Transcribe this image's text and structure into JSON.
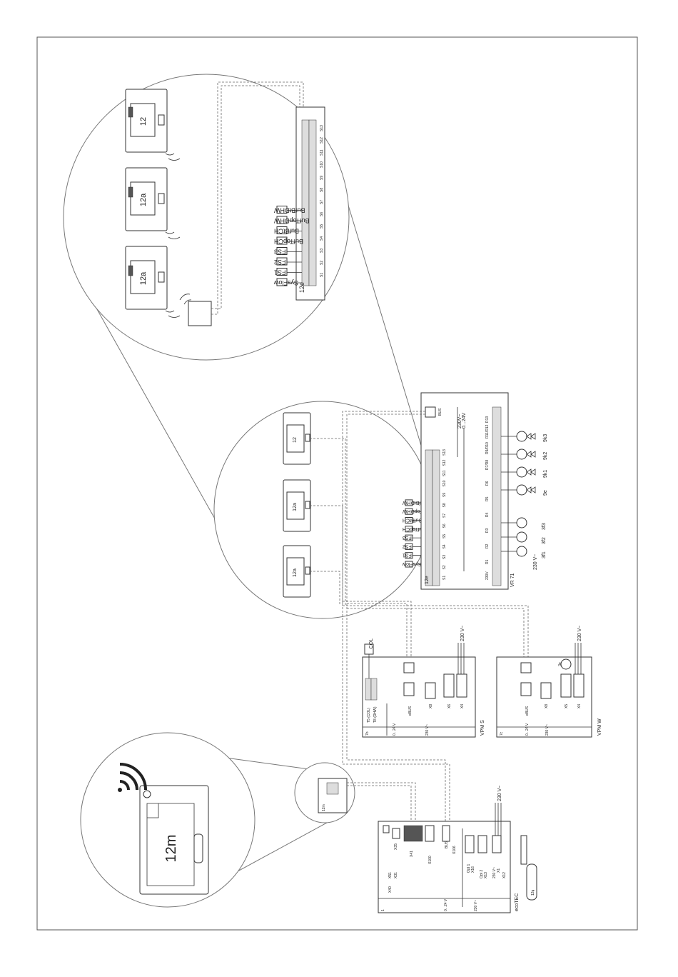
{
  "remotes": {
    "r1": "12",
    "r2": "12a",
    "r3": "12a"
  },
  "vr71": {
    "name": "VR 71",
    "module_tag": "12e",
    "low_voltage": "0...24V",
    "mains": "230V~",
    "sensors": [
      "SysFlow",
      "FS1",
      "FS2",
      "FS3",
      "BufTopCH",
      "BufBtCH",
      "BufTopDHW",
      "BufBtDHW"
    ],
    "sensor_terminals": [
      "S1",
      "S2",
      "S3",
      "S4",
      "S5",
      "S6",
      "S7",
      "S8",
      "S9",
      "S10",
      "S11",
      "S12",
      "S13"
    ],
    "bus_label": "BUS",
    "supply": "230 V~",
    "relay_terminals": [
      "230V",
      "R1",
      "R2",
      "R3",
      "R4",
      "R5",
      "R6",
      "R7/R8",
      "R9/R10",
      "R11/R12",
      "R13"
    ],
    "pumps": [
      "3f1",
      "3f2",
      "3f3"
    ],
    "pump_codes": [
      "3f1",
      "3f2",
      "3f3"
    ],
    "valves": [
      "9e",
      "9k1",
      "9k2",
      "9k3"
    ]
  },
  "vpm_s": {
    "name": "VPM S",
    "tag": "7b",
    "col": "COL",
    "t5": "T5 (COL)",
    "t8": "T8 (DHW)",
    "ebus": "eBUS",
    "x8": "X8",
    "x6": "X6",
    "x4": "X4",
    "low": "0...24 V",
    "mains": "230 V~",
    "supply": "230 V~"
  },
  "vpm_w": {
    "name": "VPM W",
    "tag": "7c",
    "pump": "3e",
    "ebus": "eBUS",
    "x8": "X8",
    "x5": "X5",
    "x4": "X4",
    "low": "0...24 V",
    "mains": "230 V~",
    "supply": "230 V~"
  },
  "gateway": {
    "label": "12m",
    "small": "12m"
  },
  "boiler": {
    "name": "ecoTEC",
    "tag": "1",
    "sensor": "12q",
    "x41": "X41",
    "x100": "X100",
    "x106": "X106",
    "x40": "X40",
    "x51": "X51",
    "x35": "X35",
    "x31": "X31",
    "opt1": "Opt 1",
    "x16": "X16",
    "opt2": "Opt 2",
    "x13": "X13",
    "x1": "X1",
    "x12": "X12",
    "v230": "230 V~",
    "low": "0...24 V",
    "mains": "230 V~",
    "bus": "BUS",
    "supply": "230 V~"
  }
}
